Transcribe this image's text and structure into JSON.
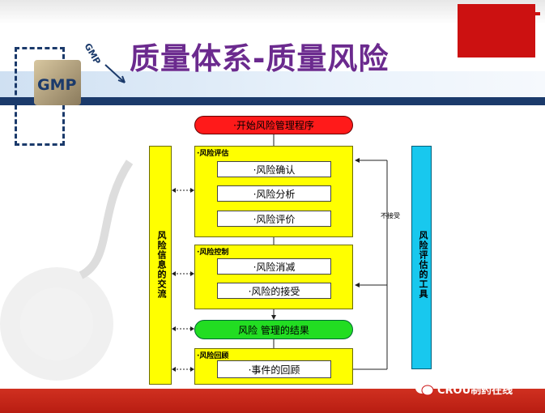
{
  "slide": {
    "title": "质量体系-质量风险",
    "logo_text": "GMP",
    "logo_tag": "GMP"
  },
  "flow": {
    "start": "·开始风险管理程序",
    "result": "风险 管理的结果",
    "groups": [
      {
        "label": "·风险评估",
        "steps": [
          "·风险确认",
          "·风险分析",
          "·风险评价"
        ]
      },
      {
        "label": "·风险控制",
        "steps": [
          "·风险消减",
          "·风险的接受"
        ]
      },
      {
        "label": "·风险回顾",
        "steps": [
          "·事件的回顾"
        ]
      }
    ],
    "left_bar": "风险信息的交流",
    "right_bar": "风险评估的工具",
    "not_accept": "不接受"
  },
  "watermark": "CROU制药在线",
  "colors": {
    "title": "#6b2a8e",
    "start_box": "#ff1a1a",
    "result_box": "#22dd22",
    "group_box": "#ffff00",
    "right_bar": "#18c8ee",
    "corner_red": "#cc1111",
    "band_blue": "#1b3a6b"
  }
}
